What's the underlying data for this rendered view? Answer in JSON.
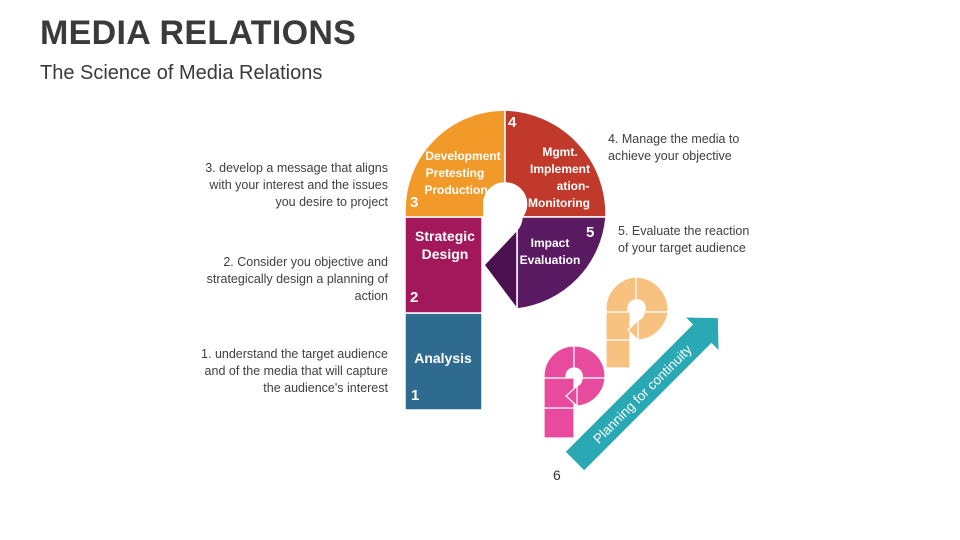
{
  "title": "MEDIA RELATIONS",
  "subtitle": "The Science of Media Relations",
  "notes": {
    "n1": "1. understand the target audience and of the media that will capture the audience's interest",
    "n2": "2. Consider you objective and strategically design a planning of action",
    "n3": "3. develop a message that aligns with your interest and the issues you desire to project",
    "n4": "4. Manage the media to achieve your objective",
    "n5": "5. Evaluate the reaction of your target audience"
  },
  "segments": {
    "s1": {
      "num": "1",
      "label": "Analysis"
    },
    "s2": {
      "num": "2",
      "label_l1": "Strategic",
      "label_l2": "Design"
    },
    "s3": {
      "num": "3",
      "label_l1": "Development",
      "label_l2": "Pretesting",
      "label_l3": "Production"
    },
    "s4": {
      "num": "4",
      "label_l1": "Mgmt.",
      "label_l2": "Implement",
      "label_l3": "ation-",
      "label_l4": "Monitoring"
    },
    "s5": {
      "num": "5",
      "label_l1": "Impact",
      "label_l2": "Evaluation"
    }
  },
  "arrow": {
    "label": "Planning for continuity",
    "num": "6"
  },
  "colors": {
    "analysis": "#2e6b8e",
    "strategic": "#a3185a",
    "development": "#f19a2a",
    "mgmt": "#c0392b",
    "impact": "#5a1a62",
    "pink": "#e84a9e",
    "peach": "#f7c27f",
    "teal": "#2aa9b4"
  }
}
